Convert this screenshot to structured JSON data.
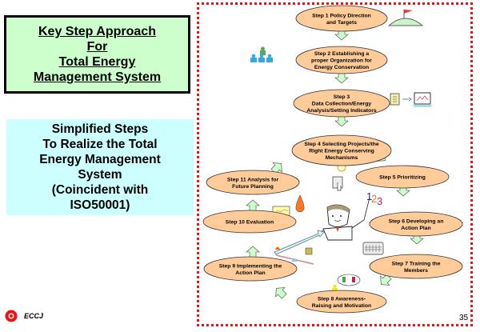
{
  "title_box": {
    "lines": [
      "Key Step Approach",
      "For",
      "Total Energy",
      "Management System"
    ],
    "background": "#ccffcc"
  },
  "subtitle_box": {
    "lines": [
      "Simplified Steps",
      "To Realize the Total",
      "Energy Management",
      "System",
      "(Coincident with",
      "ISO50001)"
    ],
    "background": "#ccffff"
  },
  "steps": [
    {
      "id": 1,
      "lines": [
        "Step 1 Policy Direction",
        "and Targets"
      ]
    },
    {
      "id": 2,
      "lines": [
        "Step 2 Establishing a",
        "proper Organization for",
        "Energy Conservation"
      ]
    },
    {
      "id": 3,
      "lines": [
        "Step 3",
        "Data Collection/Energy",
        "Analysis/Setting Indicators"
      ]
    },
    {
      "id": 4,
      "lines": [
        "Step 4 Selecting Projects/the",
        "Right Energy Conserving",
        "Mechanisms"
      ]
    },
    {
      "id": 5,
      "lines": [
        "Step 5 Prioritizing"
      ]
    },
    {
      "id": 6,
      "lines": [
        "Step 6 Developing an",
        "Action Plan"
      ]
    },
    {
      "id": 7,
      "lines": [
        "Step 7 Training the",
        "Members"
      ]
    },
    {
      "id": 8,
      "lines": [
        "Step 8 Awareness-",
        "Raising and Motivation"
      ]
    },
    {
      "id": 9,
      "lines": [
        "Step 9 Implementing the",
        "Action Plan"
      ]
    },
    {
      "id": 10,
      "lines": [
        "Step 10 Evaluation"
      ]
    },
    {
      "id": 11,
      "lines": [
        "Step 11 Analysis for",
        "Future Planning"
      ]
    }
  ],
  "icons": [
    "flag-hill-icon",
    "team-organization-icon",
    "document-icon",
    "laptop-chart-icon",
    "lightbulb-switch-icon",
    "numbers-123-icon",
    "presenter-person-icon",
    "calendar-grid-icon",
    "thinking-people-icon",
    "seesaw-arrow-icon",
    "energy-drop-mascot-icon"
  ],
  "colors": {
    "ellipse_fill": "#ffcc99",
    "arrow_fill": "#ccffcc",
    "frame_border": "#ee1111"
  },
  "footer": {
    "logo_text": "ECCJ",
    "page_number": "35"
  }
}
